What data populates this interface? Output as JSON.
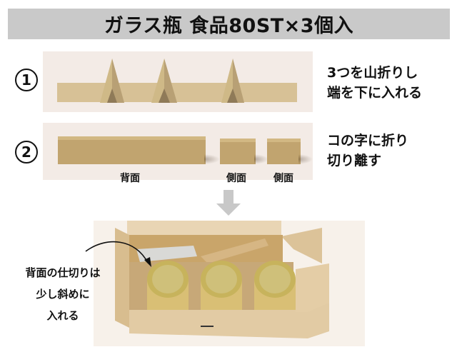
{
  "title": "ガラス瓶 食品80ST×3個入",
  "steps": [
    {
      "number": "1",
      "instruction": "3つを山折りし\n端を下に入れる",
      "photo_description": "flat kraft strip with three mountain folds"
    },
    {
      "number": "2",
      "instruction": "コの字に折り\n切り離す",
      "labels": [
        "背面",
        "側面",
        "側面"
      ]
    }
  ],
  "result": {
    "note": "背面の仕切りは\n少し斜めに\n入れる",
    "photo_description": "kraft box holding three glass jars with gold lids and partitions"
  },
  "colors": {
    "title_bg": "#c9c9c9",
    "kraft": "#c1a46f",
    "kraft_light": "#d7c196",
    "photo_bg": "#f3ebe6",
    "arrow": "#c8c8c8",
    "jar_gold": "#c9b55a"
  }
}
